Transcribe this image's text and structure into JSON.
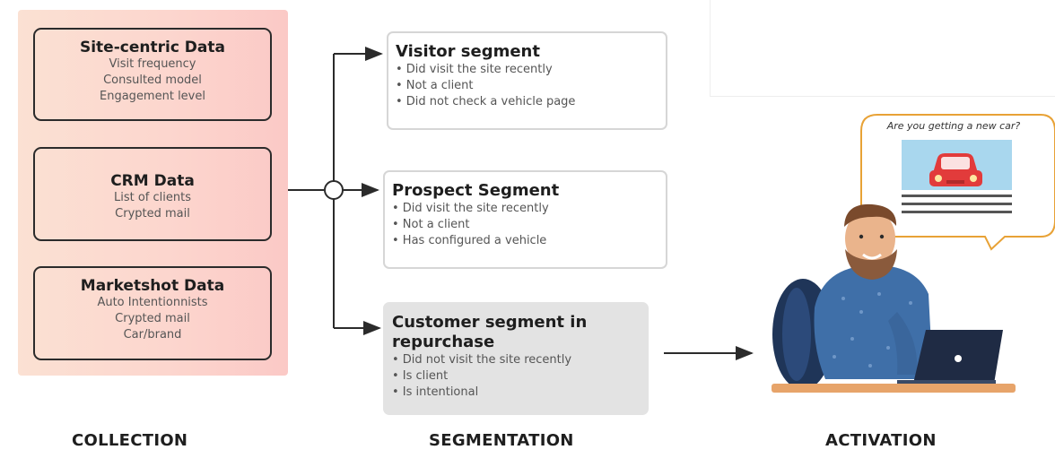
{
  "collection": {
    "heading": "COLLECTION",
    "sources": [
      {
        "title": "Site-centric Data",
        "lines": [
          "Visit frequency",
          "Consulted model",
          "Engagement level"
        ]
      },
      {
        "title": "CRM Data",
        "lines": [
          "List of clients",
          "Crypted mail"
        ]
      },
      {
        "title": "Marketshot Data",
        "lines": [
          "Auto Intentionnists",
          "Crypted mail",
          "Car/brand"
        ]
      }
    ]
  },
  "segmentation": {
    "heading": "SEGMENTATION",
    "segments": [
      {
        "title": "Visitor segment",
        "bullets": [
          "• Did visit the site recently",
          "• Not a client",
          "• Did not check a vehicle page"
        ]
      },
      {
        "title": "Prospect Segment",
        "bullets": [
          "• Did visit the site recently",
          "• Not a client",
          "• Has configured a vehicle"
        ]
      },
      {
        "title_lines": [
          "Customer segment in",
          "repurchase"
        ],
        "bullets": [
          "• Did not visit the site recently",
          "• Is client",
          "• Is intentional"
        ]
      }
    ]
  },
  "activation": {
    "heading": "ACTIVATION",
    "bubble_text": "Are you getting a new car?"
  },
  "colors": {
    "collection_gradient_start": "#fbe1d3",
    "collection_gradient_end": "#fbc9c6",
    "bubble_border": "#e8a236",
    "car_red": "#e23b3b",
    "car_bg": "#a9d7ee",
    "sweater_blue": "#3f6fa8",
    "desk_orange": "#e7a46a",
    "laptop_navy": "#1f2b44"
  },
  "icons": [
    "arrow-right-icon",
    "car-icon",
    "laptop-icon",
    "person-illustration"
  ]
}
